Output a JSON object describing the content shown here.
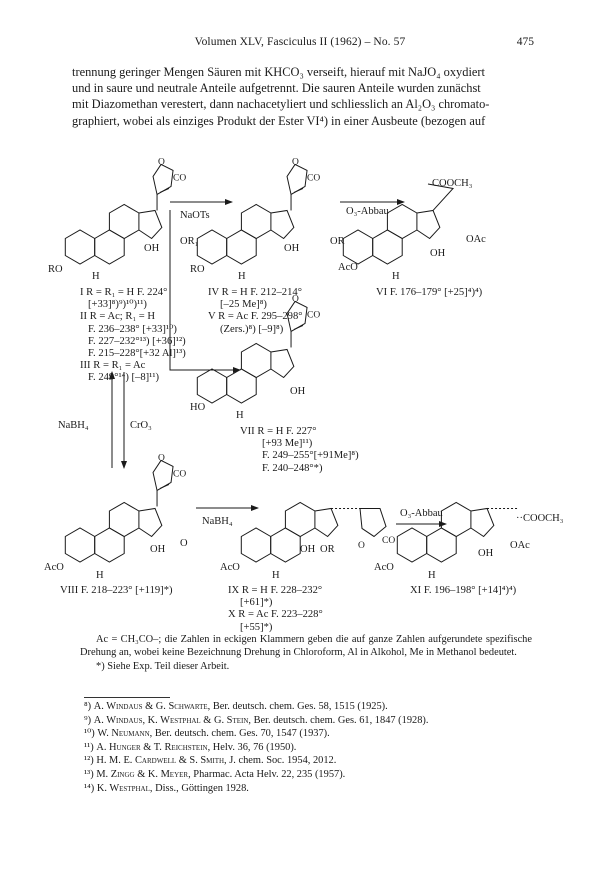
{
  "header": {
    "running_title": "Volumen XLV, Fasciculus II (1962) – No. 57",
    "page_number": "475"
  },
  "body_paragraph": [
    "trennung geringer Mengen Säuren mit KHCO₃ verseift, hierauf mit NaJO₄ oxydiert",
    "und in saure und neutrale Anteile aufgetrennt. Die sauren Anteile wurden zunächst",
    "mit Diazomethan verestert, dann nachacetyliert und schliesslich an Al₂O₃ chromato-",
    "graphiert, wobei als einziges Produkt der Ester VI⁴) in einer Ausbeute (bezogen auf"
  ],
  "scheme": {
    "reagents": {
      "naots": "NaOTs",
      "o3_abbau_1": "O₃-Abbau",
      "nabh4_left": "NaBH₄",
      "cro3": "CrO₃",
      "nabh4_mid": "NaBH₄",
      "o3_abbau_2": "O₃-Abbau"
    },
    "atom_labels": {
      "co": "CO",
      "o": "O",
      "oh": "OH",
      "h": "H",
      "ro": "RO",
      "aco": "AcO",
      "ho": "HO",
      "or1": "OR₁",
      "or": "OR",
      "oac": "OAc",
      "cooch3": "COOCH₃",
      "cooch3_dotted": "··COOCH₃",
      "ketone_o": "O"
    },
    "compounds": {
      "I_III": [
        "I R = R₁ = H F. 224°",
        "[+33]⁸)⁹)¹⁰)¹¹)",
        "II R = Ac; R₁ = H",
        "F. 236–238° [+33]¹⁰)",
        "F. 227–232°¹³) [+36]¹²)",
        "F. 215–228°[+32 Al]¹³)",
        "III R = R₁ = Ac",
        "F. 249°¹⁴) [–8]¹¹)"
      ],
      "IV_V": [
        "IV R = H F. 212–214°",
        "[–25 Me]⁸)",
        "V R = Ac F. 295–298°",
        "(Zers.)⁸) [–9]⁸)"
      ],
      "VI": "VI F. 176–179° [+25]⁴)⁴)",
      "VII": [
        "VII R = H F. 227°",
        "[+93 Me]¹¹)",
        "F. 249–255°[+91Me]⁸)",
        "F. 240–248°*)"
      ],
      "VIII": "VIII F. 218–223° [+119]*)",
      "IX_X": [
        "IX R = H F. 228–232°",
        "[+61]*)",
        "X R = Ac F. 223–228°",
        "[+55]*)"
      ],
      "XI": "XI F. 196–198° [+14]⁴)⁴)"
    }
  },
  "caption": "Ac = CH₃CO–; die Zahlen in eckigen Klammern geben die auf ganze Zahlen aufgerundete spezifische Drehung an, wobei keine Bezeichnung Drehung in Chloroform, Al in Alkohol, Me in Methanol bedeutet.",
  "footnote_star": "*) Siehe Exp. Teil dieser Arbeit.",
  "references": [
    {
      "mark": "⁸)",
      "authors": "A. Windaus & G. Schwarte,",
      "source": "Ber. deutsch. chem. Ges. 58, 1515 (1925)."
    },
    {
      "mark": "⁹)",
      "authors": "A. Windaus, K. Westphal & G. Stein,",
      "source": "Ber. deutsch. chem. Ges. 61, 1847 (1928)."
    },
    {
      "mark": "¹⁰)",
      "authors": "W. Neumann,",
      "source": "Ber. deutsch. chem. Ges. 70, 1547 (1937)."
    },
    {
      "mark": "¹¹)",
      "authors": "A. Hunger & T. Reichstein,",
      "source": "Helv. 36, 76 (1950)."
    },
    {
      "mark": "¹²)",
      "authors": "H. M. E. Cardwell & S. Smith,",
      "source": "J. chem. Soc. 1954, 2012."
    },
    {
      "mark": "¹³)",
      "authors": "M. Zingg & K. Meyer,",
      "source": "Pharmac. Acta Helv. 22, 235 (1957)."
    },
    {
      "mark": "¹⁴)",
      "authors": "K. Westphal,",
      "source": "Diss., Göttingen 1928."
    }
  ]
}
